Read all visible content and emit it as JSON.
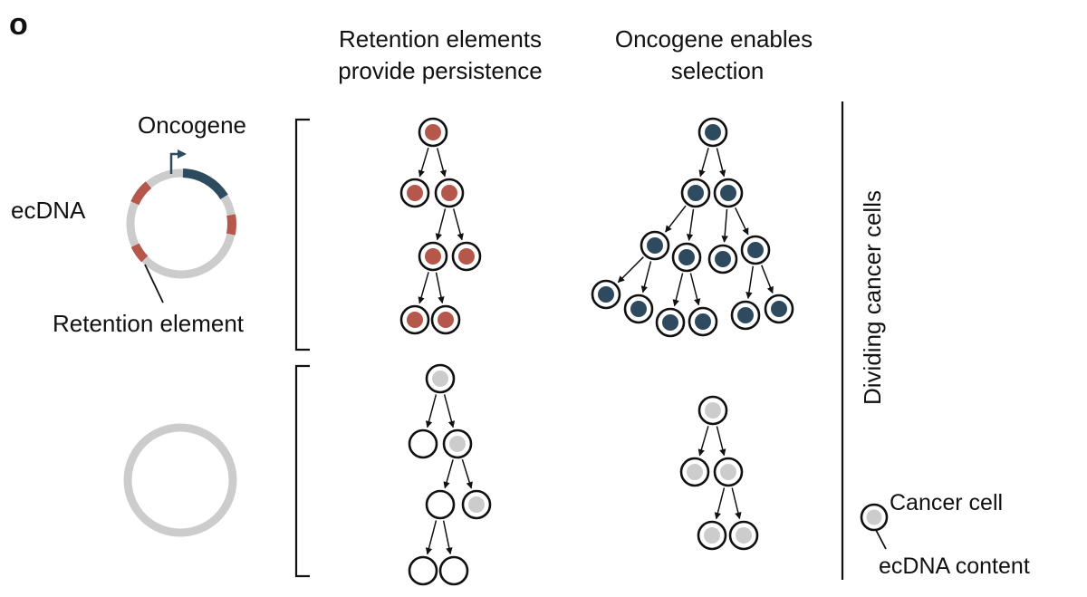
{
  "panel_label": "o",
  "headers": {
    "col1_line1": "Retention elements",
    "col1_line2": "provide persistence",
    "col2_line1": "Oncogene enables",
    "col2_line2": "selection"
  },
  "ecdna_diagram": {
    "oncogene_label": "Oncogene",
    "ecdna_label": "ecDNA",
    "retention_label": "Retention element"
  },
  "side_label": "Dividing cancer cells",
  "legend": {
    "cell_label": "Cancer cell",
    "content_label": "ecDNA content"
  },
  "colors": {
    "retention": "#b5574a",
    "oncogene": "#2e4a5e",
    "empty_dna": "#cccccc",
    "outline": "#111111"
  }
}
